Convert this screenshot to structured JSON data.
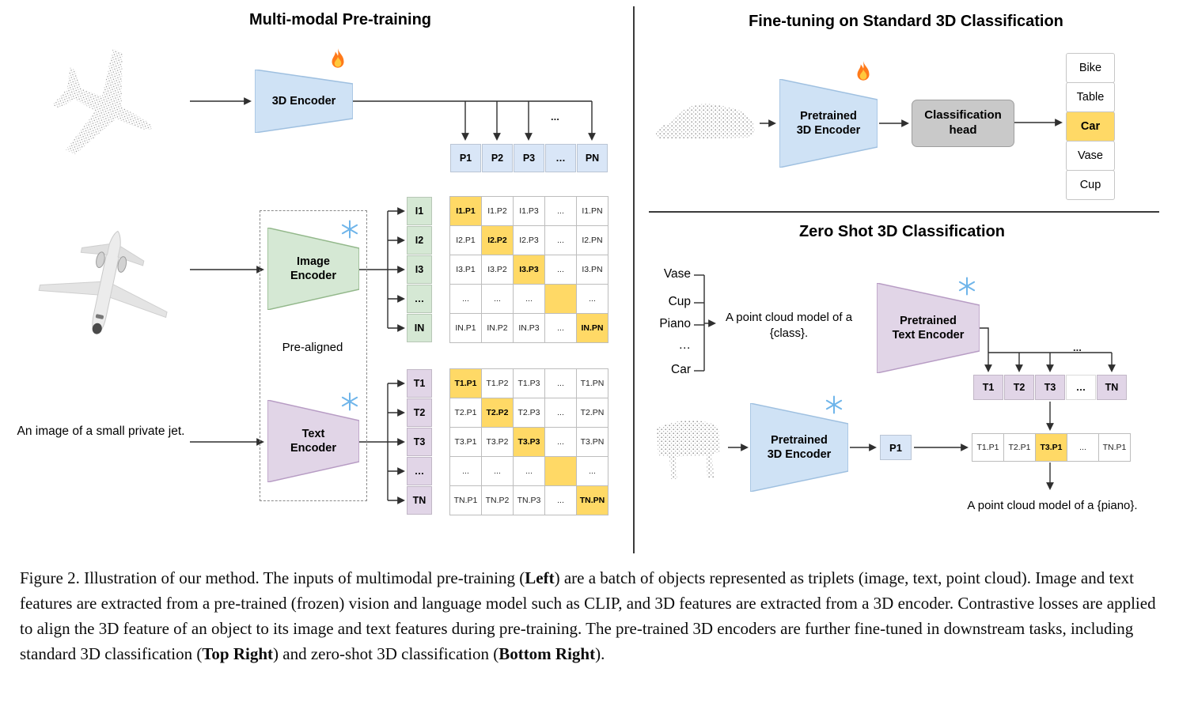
{
  "colors": {
    "highlight": "#FFD966",
    "blue_cell": "#D9E6F7",
    "green_cell": "#D5E8D4",
    "purple_cell": "#E1D5E7",
    "head_gray": "#C9C9C9"
  },
  "icons": {
    "trainable": "fire-icon",
    "frozen": "snowflake-icon"
  },
  "left": {
    "title": "Multi-modal Pre-training",
    "encoder_3d_label": "3D Encoder",
    "image_encoder_label": "Image Encoder",
    "text_encoder_label": "Text Encoder",
    "prealigned": "Pre-aligned",
    "text_input": "An image of a small private jet.",
    "ellipsis_connector": "...",
    "p_row": [
      "P1",
      "P2",
      "P3",
      "…",
      "PN"
    ],
    "i_col": [
      "I1",
      "I2",
      "I3",
      "…",
      "IN"
    ],
    "t_col": [
      "T1",
      "T2",
      "T3",
      "…",
      "TN"
    ],
    "image_matrix": [
      [
        "I1.P1",
        "I1.P2",
        "I1.P3",
        "...",
        "I1.PN"
      ],
      [
        "I2.P1",
        "I2.P2",
        "I2.P3",
        "...",
        "I2.PN"
      ],
      [
        "I3.P1",
        "I3.P2",
        "I3.P3",
        "...",
        "I3.PN"
      ],
      [
        "...",
        "...",
        "...",
        "",
        "..."
      ],
      [
        "IN.P1",
        "IN.P2",
        "IN.P3",
        "...",
        "IN.PN"
      ]
    ],
    "text_matrix": [
      [
        "T1.P1",
        "T1.P2",
        "T1.P3",
        "...",
        "T1.PN"
      ],
      [
        "T2.P1",
        "T2.P2",
        "T2.P3",
        "...",
        "T2.PN"
      ],
      [
        "T3.P1",
        "T3.P2",
        "T3.P3",
        "...",
        "T3.PN"
      ],
      [
        "...",
        "...",
        "...",
        "",
        "..."
      ],
      [
        "TN.P1",
        "TN.P2",
        "TN.P3",
        "...",
        "TN.PN"
      ]
    ]
  },
  "top_right": {
    "title": "Fine-tuning on Standard 3D Classification",
    "encoder_label": "Pretrained 3D Encoder",
    "head_label": "Classification head",
    "classes": [
      "Bike",
      "Table",
      "Car",
      "Vase",
      "Cup"
    ]
  },
  "bottom_right": {
    "title": "Zero Shot 3D Classification",
    "class_list": [
      "Vase",
      "Cup",
      "Piano",
      "…",
      "Car"
    ],
    "prompt": "A point cloud model of a {class}.",
    "text_encoder_label": "Pretrained Text Encoder",
    "encoder_label": "Pretrained 3D Encoder",
    "p1": "P1",
    "ellipsis_connector": "...",
    "t_row": [
      "T1",
      "T2",
      "T3",
      "…",
      "TN"
    ],
    "result_row": [
      "T1.P1",
      "T2.P1",
      "T3.P1",
      "...",
      "TN.P1"
    ],
    "result_prompt": "A point cloud model of a {piano}."
  },
  "caption": {
    "p0": "Figure 2. Illustration of our method. The inputs of multimodal pre-training (",
    "b1": "Left",
    "p1": ") are a batch of objects represented as triplets (image, text, point cloud). Image and text features are extracted from a pre-trained (frozen) vision and language model such as CLIP, and 3D features are extracted from a 3D encoder. Contrastive losses are applied to align the 3D feature of an object to its image and text features during pre-training. The pre-trained 3D encoders are further fine-tuned in downstream tasks, including standard 3D classification (",
    "b2": "Top Right",
    "p2": ") and zero-shot 3D classification (",
    "b3": "Bottom Right",
    "p3": ")."
  }
}
